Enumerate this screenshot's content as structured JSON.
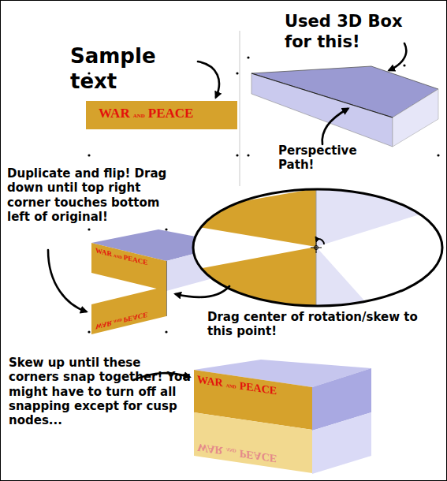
{
  "diagram": {
    "nodes": [
      {
        "text": [
          "WAR",
          "AND",
          "PEACE"
        ]
      },
      {
        "text": [
          "WAR",
          "AND",
          "PEACE"
        ]
      },
      {
        "text": [
          "WAR",
          "AND",
          "PEACE"
        ]
      },
      {
        "text": [
          "WAR",
          "AND",
          "PEACE"
        ]
      },
      {
        "text": [
          "WAR",
          "AND",
          "PEACE"
        ]
      }
    ],
    "labels": [
      "Sample text",
      "Used 3D Box for this!",
      "Perspective Path!",
      "Duplicate and flip! Drag down until top right corner touches bottom left of original!",
      "Drag center of rotation/skew to this point!",
      "Skew up until these corners snap together! You might have to turn off all snapping except for cusp nodes..."
    ]
  }
}
